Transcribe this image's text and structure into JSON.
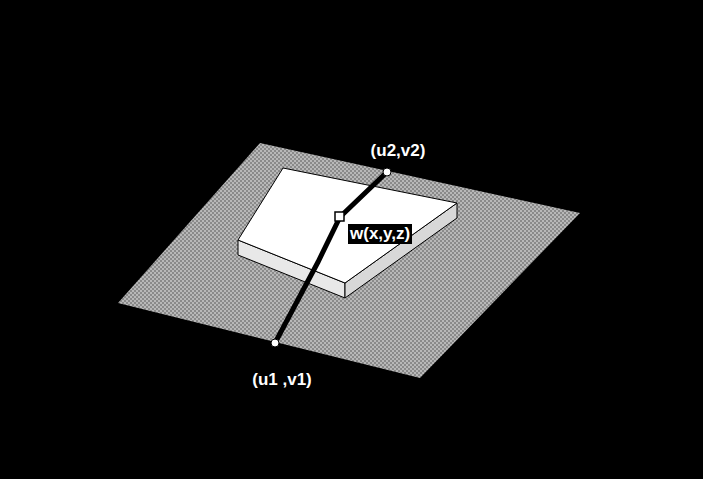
{
  "diagram": {
    "labels": [
      "(u2,v2)",
      "w(x,y,z)",
      "(u1 ,v1)"
    ]
  }
}
